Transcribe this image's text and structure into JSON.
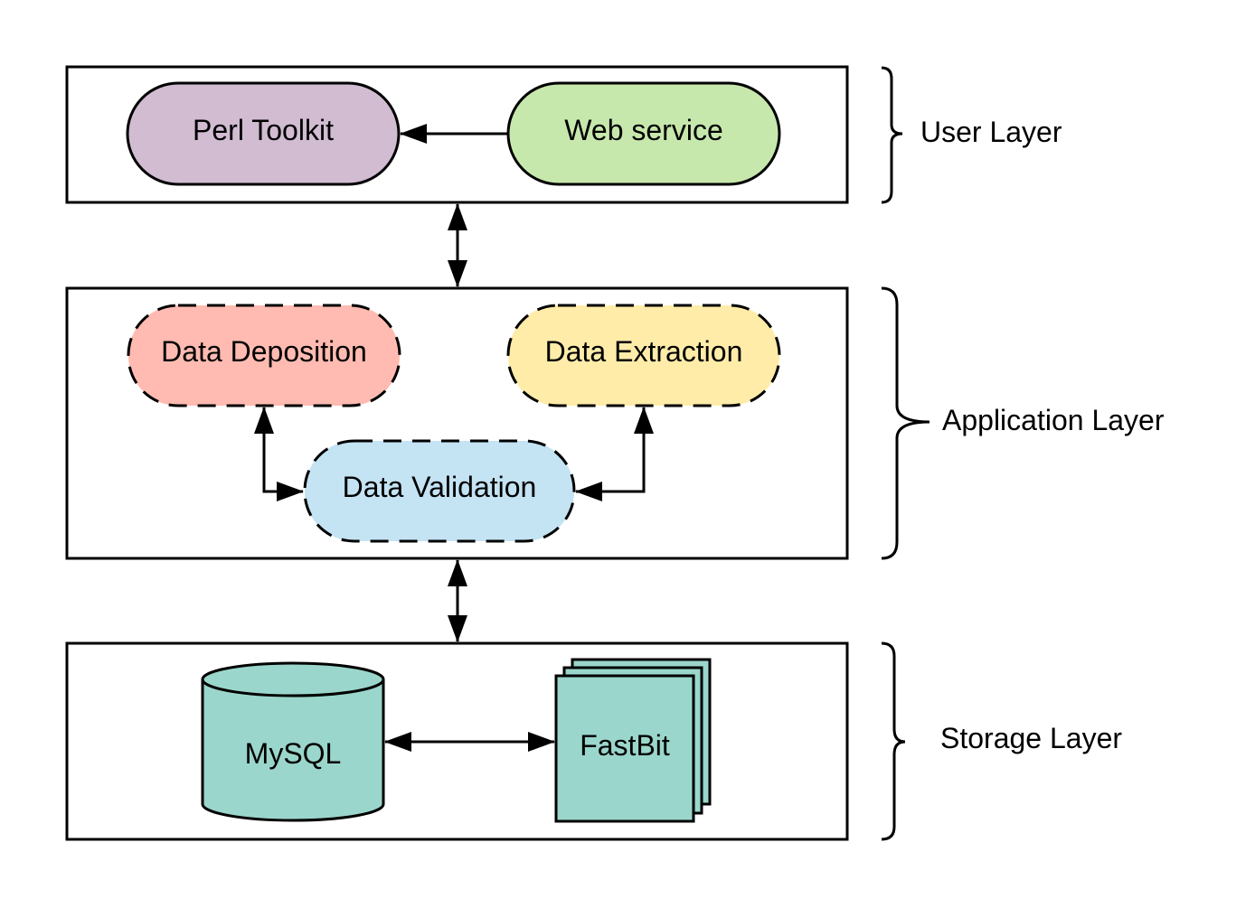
{
  "layers": {
    "user": {
      "label": "User Layer"
    },
    "application": {
      "label": "Application Layer"
    },
    "storage": {
      "label": "Storage Layer"
    }
  },
  "nodes": {
    "perl_toolkit": {
      "label": "Perl Toolkit",
      "fill": "#d1bcd2"
    },
    "web_service": {
      "label": "Web service",
      "fill": "#c7e8ad"
    },
    "data_deposition": {
      "label": "Data Deposition",
      "fill": "#ffbbb1"
    },
    "data_extraction": {
      "label": "Data Extraction",
      "fill": "#ffeca9"
    },
    "data_validation": {
      "label": "Data Validation",
      "fill": "#c4e3f3"
    },
    "mysql": {
      "label": "MySQL",
      "fill": "#9ad6cb"
    },
    "fastbit": {
      "label": "FastBit",
      "fill": "#9ad6cb"
    }
  },
  "style": {
    "stroke": "#000000",
    "background": "#ffffff"
  }
}
